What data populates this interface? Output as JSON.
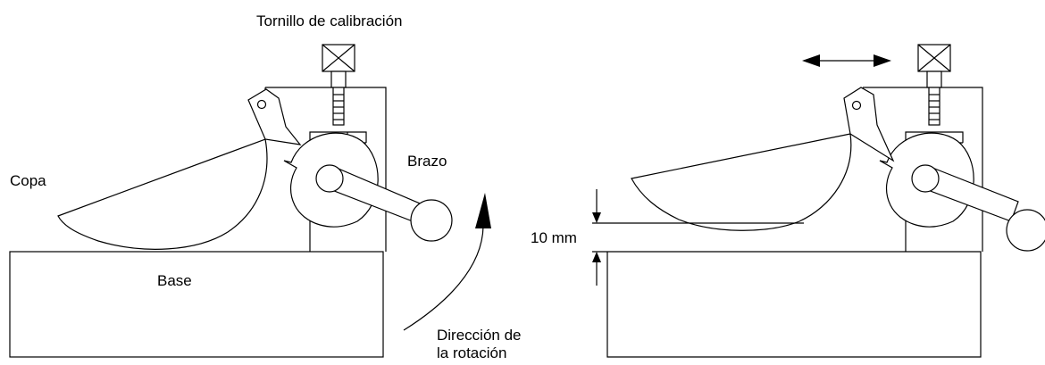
{
  "labels": {
    "calibration_screw": "Tornillo de calibración",
    "arm": "Brazo",
    "cup": "Copa",
    "base": "Base",
    "rotation_line1": "Dirección de",
    "rotation_line2": "la rotación",
    "drop_height": "10 mm"
  }
}
